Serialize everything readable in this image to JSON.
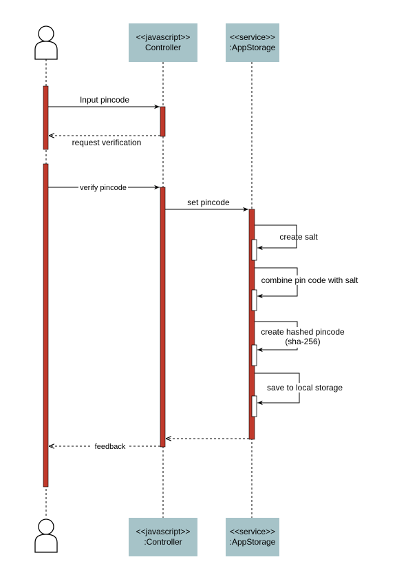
{
  "colors": {
    "participant_fill": "#A6C3C8",
    "activation_main": "#C0392B",
    "activation_self": "#FFFFFF",
    "line": "#000000"
  },
  "participants": {
    "actor": {
      "icon": "person-icon"
    },
    "controller": {
      "stereotype": "<<javascript>>",
      "name": "Controller",
      "name_bottom": ":Controller"
    },
    "storage": {
      "stereotype": "<<service>>",
      "name": ":AppStorage"
    }
  },
  "messages": {
    "input_pincode": "Input pincode",
    "request_verification": "request verification",
    "verify_pincode": "verify pincode",
    "set_pincode": "set pincode",
    "create_salt": "create salt",
    "combine": "combine pin code with salt",
    "create_hashed_line1": "create hashed pincode",
    "create_hashed_line2": "(sha-256)",
    "save": "save to local storage",
    "feedback": "feedback"
  }
}
